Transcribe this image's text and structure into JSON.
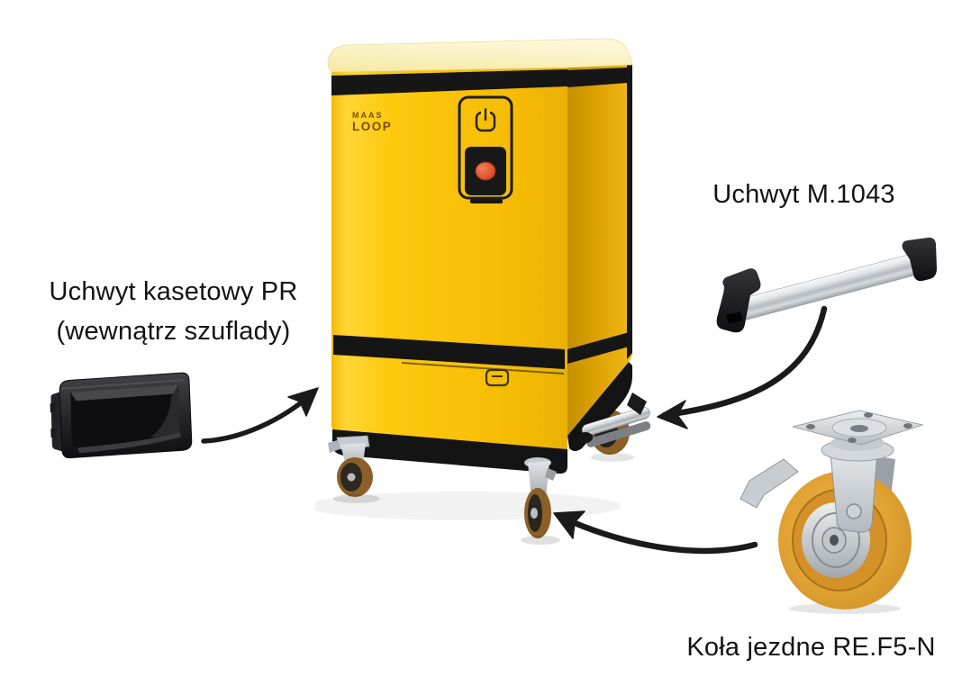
{
  "diagram": {
    "labels": {
      "cassette": {
        "line1": "Uchwyt kasetowy PR",
        "line2": "(wewnątrz szuflady)"
      },
      "tube_handle": {
        "text": "Uchwyt M.1043"
      },
      "wheels": {
        "text": "Koła jezdne RE.F5-N"
      }
    },
    "machine": {
      "brand_line1": "MAAS",
      "brand_line2": "LOOP",
      "colors": {
        "front_yellow": "#fcc607",
        "side_yellow": "#e2a703",
        "top_cream": "#faefb5",
        "trim_black": "#151515",
        "button_red": "#e2512c",
        "logo_brown": "#7b4c06"
      },
      "icons": [
        "power-icon",
        "drawer-icon"
      ]
    },
    "components": {
      "cassette_handle_color": "#1c1c1e",
      "tube_metal_color": "#d7dbde",
      "tube_cap_color": "#1c1c1e",
      "caster_tread_color": "#d9992b",
      "caster_metal_color": "#c9ced4"
    },
    "annotation": {
      "arrow_color": "#1a1a1a",
      "label_text_color": "#131313"
    }
  }
}
